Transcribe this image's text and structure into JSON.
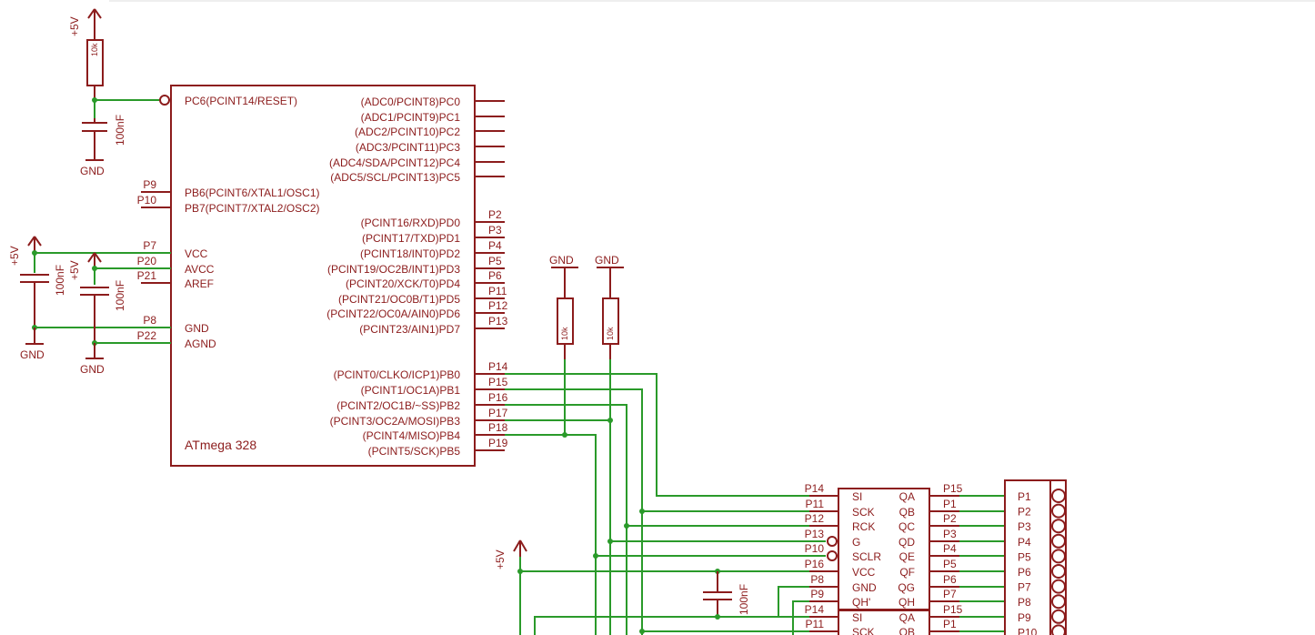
{
  "chip": {
    "name": "ATmega 328",
    "left_pins": [
      {
        "label": "PC6(PCINT14/RESET)",
        "net": ""
      },
      {
        "label": "PB6(PCINT6/XTAL1/OSC1)",
        "net": "P9"
      },
      {
        "label": "PB7(PCINT7/XTAL2/OSC2)",
        "net": "P10"
      },
      {
        "label": "VCC",
        "net": "P7"
      },
      {
        "label": "AVCC",
        "net": "P20"
      },
      {
        "label": "AREF",
        "net": "P21"
      },
      {
        "label": "GND",
        "net": "P8"
      },
      {
        "label": "AGND",
        "net": "P22"
      }
    ],
    "right_pins": [
      {
        "label": "(ADC0/PCINT8)PC0",
        "net": ""
      },
      {
        "label": "(ADC1/PCINT9)PC1",
        "net": ""
      },
      {
        "label": "(ADC2/PCINT10)PC2",
        "net": ""
      },
      {
        "label": "(ADC3/PCINT11)PC3",
        "net": ""
      },
      {
        "label": "(ADC4/SDA/PCINT12)PC4",
        "net": ""
      },
      {
        "label": "(ADC5/SCL/PCINT13)PC5",
        "net": ""
      },
      {
        "label": "(PCINT16/RXD)PD0",
        "net": "P2"
      },
      {
        "label": "(PCINT17/TXD)PD1",
        "net": "P3"
      },
      {
        "label": "(PCINT18/INT0)PD2",
        "net": "P4"
      },
      {
        "label": "(PCINT19/OC2B/INT1)PD3",
        "net": "P5"
      },
      {
        "label": "(PCINT20/XCK/T0)PD4",
        "net": "P6"
      },
      {
        "label": "(PCINT21/OC0B/T1)PD5",
        "net": "P11"
      },
      {
        "label": "(PCINT22/OC0A/AIN0)PD6",
        "net": "P12"
      },
      {
        "label": "(PCINT23/AIN1)PD7",
        "net": "P13"
      },
      {
        "label": "(PCINT0/CLKO/ICP1)PB0",
        "net": "P14"
      },
      {
        "label": "(PCINT1/OC1A)PB1",
        "net": "P15"
      },
      {
        "label": "(PCINT2/OC1B/~SS)PB2",
        "net": "P16"
      },
      {
        "label": "(PCINT3/OC2A/MOSI)PB3",
        "net": "P17"
      },
      {
        "label": "(PCINT4/MISO)PB4",
        "net": "P18"
      },
      {
        "label": "(PCINT5/SCK)PB5",
        "net": "P19"
      }
    ]
  },
  "power": {
    "vcc": "+5V",
    "gnd": "GND",
    "resistor_value": "10k",
    "cap_value": "100nF"
  },
  "shift_register_1": {
    "left_pins": [
      {
        "label": "SI",
        "net": "P14"
      },
      {
        "label": "SCK",
        "net": "P11"
      },
      {
        "label": "RCK",
        "net": "P12"
      },
      {
        "label": "G",
        "net": "P13"
      },
      {
        "label": "SCLR",
        "net": "P10"
      },
      {
        "label": "VCC",
        "net": "P16"
      },
      {
        "label": "GND",
        "net": "P8"
      },
      {
        "label": "QH'",
        "net": "P9"
      }
    ],
    "right_pins": [
      {
        "label": "QA",
        "net": "P15"
      },
      {
        "label": "QB",
        "net": "P1"
      },
      {
        "label": "QC",
        "net": "P2"
      },
      {
        "label": "QD",
        "net": "P3"
      },
      {
        "label": "QE",
        "net": "P4"
      },
      {
        "label": "QF",
        "net": "P5"
      },
      {
        "label": "QG",
        "net": "P6"
      },
      {
        "label": "QH",
        "net": "P7"
      }
    ]
  },
  "shift_register_2": {
    "left_pins": [
      {
        "label": "SI",
        "net": "P14"
      },
      {
        "label": "SCK",
        "net": "P11"
      }
    ],
    "right_pins": [
      {
        "label": "QA",
        "net": "P15"
      },
      {
        "label": "QB",
        "net": "P1"
      }
    ]
  },
  "connector": {
    "pins": [
      "P1",
      "P2",
      "P3",
      "P4",
      "P5",
      "P6",
      "P7",
      "P8",
      "P9",
      "P10"
    ]
  }
}
